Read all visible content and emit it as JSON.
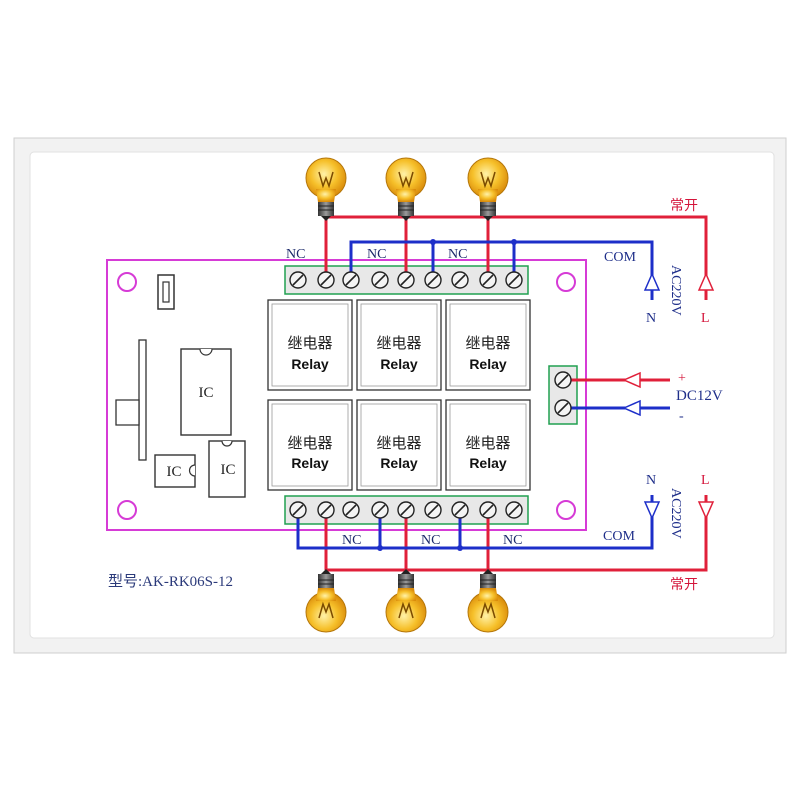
{
  "board": {
    "model": "型号:AK-RK06S-12",
    "relay_cn": "继电器",
    "relay_en": "Relay",
    "ic_label": "IC"
  },
  "top": {
    "nc_label": "NC",
    "com_label": "COM",
    "no_label": "常开",
    "ac_label": "AC220V",
    "n_label": "N",
    "l_label": "L"
  },
  "bottom": {
    "nc_label": "NC",
    "com_label": "COM",
    "no_label": "常开",
    "ac_label": "AC220V",
    "n_label": "N",
    "l_label": "L"
  },
  "power": {
    "plus_label": "+",
    "dc_label": "DC12V",
    "minus_label": "-"
  },
  "colors": {
    "board_outline": "#d63bd6",
    "live_wire": "#e0203a",
    "neutral_wire": "#1d2fc9",
    "terminal": "#e8e8e8",
    "terminal_border": "#20a050",
    "bulb": "#f2b21a"
  }
}
